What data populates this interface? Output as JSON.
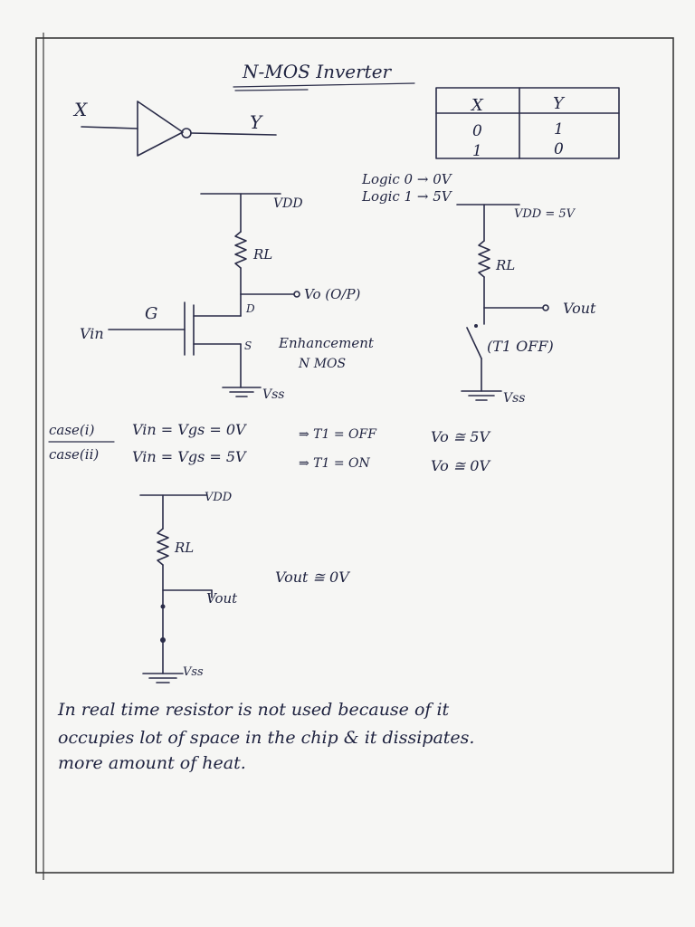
{
  "title": "N-MOS Inverter",
  "inverter_symbol": {
    "input_label": "X",
    "output_label": "Y"
  },
  "truth_table": {
    "headers": [
      "X",
      "Y"
    ],
    "rows": [
      [
        "0",
        "1"
      ],
      [
        "1",
        "0"
      ]
    ]
  },
  "logic_levels": {
    "logic0": "Logic 0 → 0V",
    "logic1": "Logic 1 → 5V"
  },
  "main_circuit": {
    "vdd": "VDD",
    "rl": "RL",
    "gate": "G",
    "drain": "D",
    "source": "S",
    "vin": "Vin",
    "vo": "Vo (O/P)",
    "vss": "Vss",
    "note_line1": "Enhancement",
    "note_line2": "N MOS"
  },
  "switch_off_circuit": {
    "vdd": "VDD = 5V",
    "rl": "RL",
    "vout": "Vout",
    "state": "(T1 OFF)",
    "vss": "Vss"
  },
  "cases": [
    {
      "label": "case(i)",
      "condition": "Vin = Vgs = 0V",
      "transistor": "⇒ T1 = OFF",
      "result": "Vo ≅ 5V"
    },
    {
      "label": "case(ii)",
      "condition": "Vin = Vgs = 5V",
      "transistor": "⇒ T1 = ON",
      "result": "Vo ≅ 0V"
    }
  ],
  "switch_on_circuit": {
    "vdd": "VDD",
    "rl": "RL",
    "vout": "Vout",
    "vss": "Vss",
    "result": "Vout ≅ 0V"
  },
  "notes": [
    "In real time resistor is not used because of it",
    "occupies lot of space in the chip & it dissipates.",
    "more amount of heat."
  ]
}
